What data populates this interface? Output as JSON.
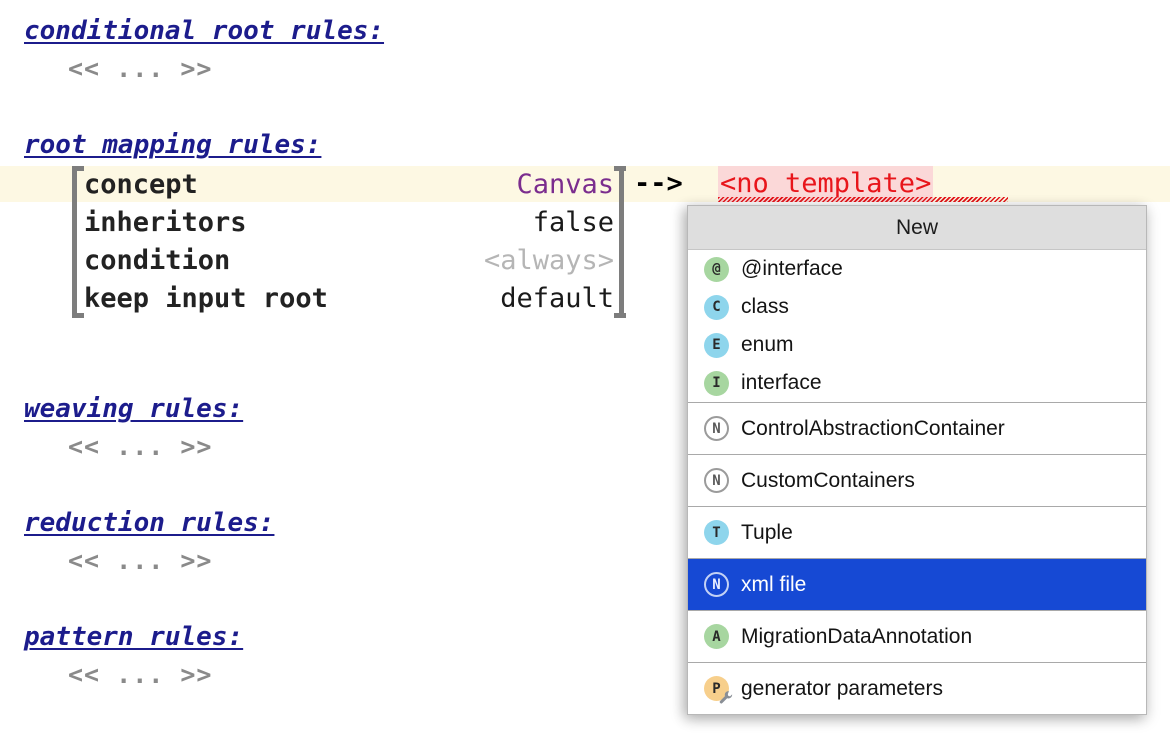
{
  "editor": {
    "sections": [
      {
        "title": "conditional root rules:",
        "placeholder": "<< ... >>"
      },
      {
        "title": "root mapping rules:",
        "placeholder": null
      },
      {
        "title": "weaving rules:",
        "placeholder": "<< ... >>"
      },
      {
        "title": "reduction rules:",
        "placeholder": "<< ... >>"
      },
      {
        "title": "pattern rules:",
        "placeholder": "<< ... >>"
      }
    ],
    "header_color": "#1c1c8c",
    "placeholder_color": "#8a8a8a",
    "caret_line_color": "#fdf8e3"
  },
  "root_mapping_rule": {
    "rows": [
      {
        "name": "concept",
        "value": "Canvas",
        "value_style": "concept"
      },
      {
        "name": "inheritors",
        "value": "false",
        "value_style": "plain"
      },
      {
        "name": "condition",
        "value": "<always>",
        "value_style": "dim"
      },
      {
        "name": "keep input root",
        "value": "default",
        "value_style": "plain"
      }
    ],
    "arrow": "-->",
    "template_slot": "<no template>",
    "template_slot_color": "#e8151b",
    "template_slot_bg": "#fbd8d8",
    "concept_color": "#7b2d8e",
    "dim_color": "#b5b5b5"
  },
  "popup": {
    "title": "New",
    "selection_color": "#1649d4",
    "groups": [
      {
        "density": "compact",
        "items": [
          {
            "label": "@interface",
            "icon": "at-annotation-icon",
            "glyph": "@",
            "icon_style": "green"
          },
          {
            "label": "class",
            "icon": "class-icon",
            "glyph": "C",
            "icon_style": "blue"
          },
          {
            "label": "enum",
            "icon": "enum-icon",
            "glyph": "E",
            "icon_style": "blue"
          },
          {
            "label": "interface",
            "icon": "interface-icon",
            "glyph": "I",
            "icon_style": "green"
          }
        ]
      },
      {
        "density": "roomy",
        "items": [
          {
            "label": "ControlAbstractionContainer",
            "icon": "node-icon",
            "glyph": "N",
            "icon_style": "ring"
          }
        ]
      },
      {
        "density": "roomy",
        "items": [
          {
            "label": "CustomContainers",
            "icon": "node-icon",
            "glyph": "N",
            "icon_style": "ring"
          }
        ]
      },
      {
        "density": "roomy",
        "items": [
          {
            "label": "Tuple",
            "icon": "tuple-icon",
            "glyph": "T",
            "icon_style": "blue"
          }
        ]
      },
      {
        "density": "roomy",
        "items": [
          {
            "label": "xml file",
            "icon": "node-icon",
            "glyph": "N",
            "icon_style": "ring",
            "selected": true
          }
        ]
      },
      {
        "density": "roomy",
        "items": [
          {
            "label": "MigrationDataAnnotation",
            "icon": "annotation-icon",
            "glyph": "A",
            "icon_style": "green"
          }
        ]
      },
      {
        "density": "roomy",
        "items": [
          {
            "label": "generator parameters",
            "icon": "generator-parameters-icon",
            "glyph": "P",
            "icon_style": "orange-wrench"
          }
        ]
      }
    ]
  }
}
